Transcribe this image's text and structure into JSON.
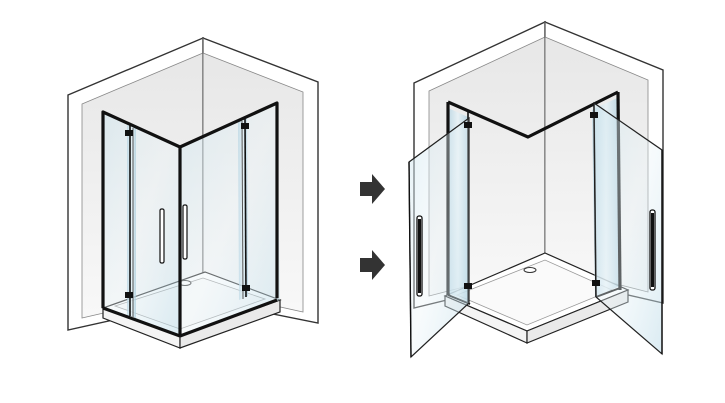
{
  "diagram": {
    "panels": [
      {
        "name": "closed-state",
        "doors": "closed"
      },
      {
        "name": "open-state",
        "doors": "open-outward"
      }
    ],
    "arrows": [
      {
        "icon": "arrow-right-icon",
        "meaning": "transition"
      },
      {
        "icon": "arrow-right-icon",
        "meaning": "transition"
      }
    ],
    "colors": {
      "frame": "#111111",
      "wall_face": "#f1f1f1",
      "wall_edge": "#9a9a9a",
      "glass": "#d9ecf3",
      "glass_dark": "#b6d6e4",
      "tray": "#ffffff",
      "arrow": "#333333"
    }
  }
}
